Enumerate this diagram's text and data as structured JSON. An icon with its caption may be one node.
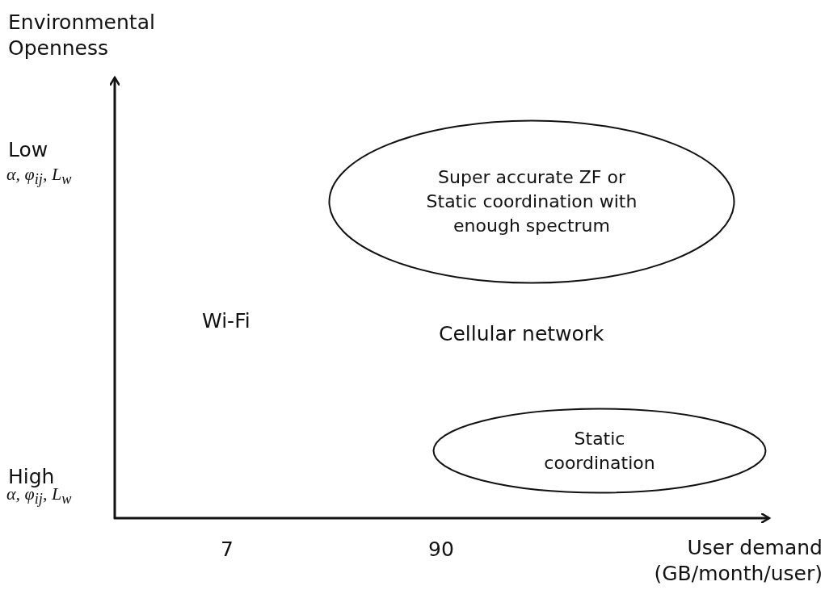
{
  "diagram": {
    "nodes": [
      {
        "text": [
          "Super accurate ZF or Static coordination with enough spectrum"
        ]
      },
      {
        "text": [
          "Static coordination"
        ]
      }
    ],
    "edges": [],
    "labels": [
      "Environmental Openness",
      "Low",
      "α, φ$_{ij}$, L$_{w}$",
      "Wi-Fi",
      "Cellular network",
      "High",
      "α, φ$_{ij}$, L$_{w}$",
      "7",
      "90",
      "User demand (GB/month/user)"
    ]
  }
}
